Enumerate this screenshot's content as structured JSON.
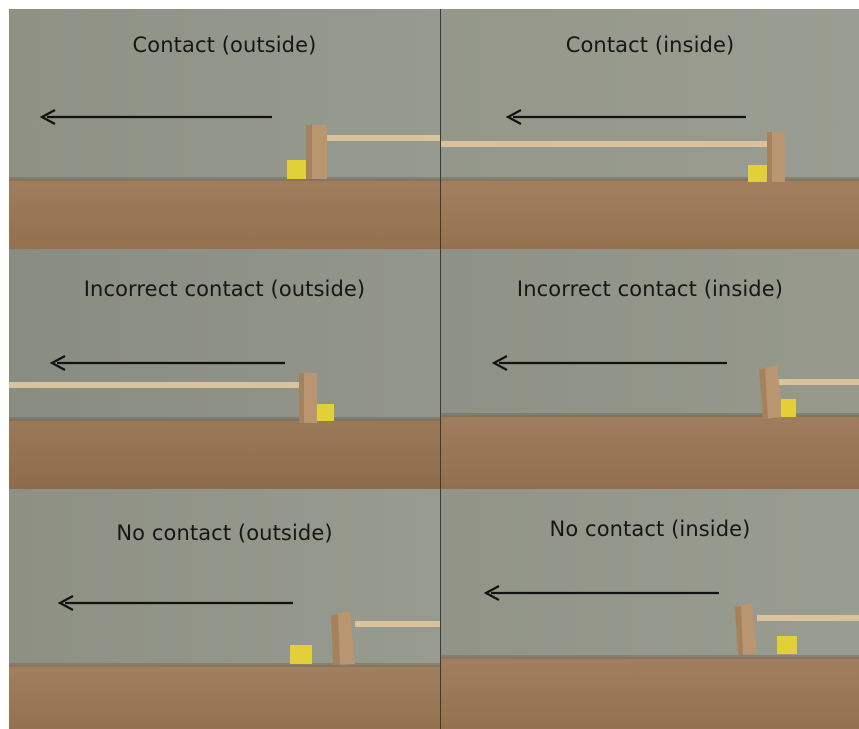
{
  "figure": {
    "panels": [
      {
        "id": "contact-outside",
        "caption": "Contact (outside)",
        "arrow": "left"
      },
      {
        "id": "contact-inside",
        "caption": "Contact (inside)",
        "arrow": "left"
      },
      {
        "id": "incorrect-contact-outside",
        "caption": "Incorrect contact (outside)",
        "arrow": "left"
      },
      {
        "id": "incorrect-contact-inside",
        "caption": "Incorrect contact (inside)",
        "arrow": "left"
      },
      {
        "id": "no-contact-outside",
        "caption": "No contact (outside)",
        "arrow": "left"
      },
      {
        "id": "no-contact-inside",
        "caption": "No contact (inside)",
        "arrow": "left"
      }
    ],
    "colors": {
      "wall": "#8f9186",
      "floor": "#9c7b5b",
      "rod": "#d8c29c",
      "block": "#b89670",
      "sponge": "#e6d23a",
      "arrow": "#111111"
    }
  }
}
